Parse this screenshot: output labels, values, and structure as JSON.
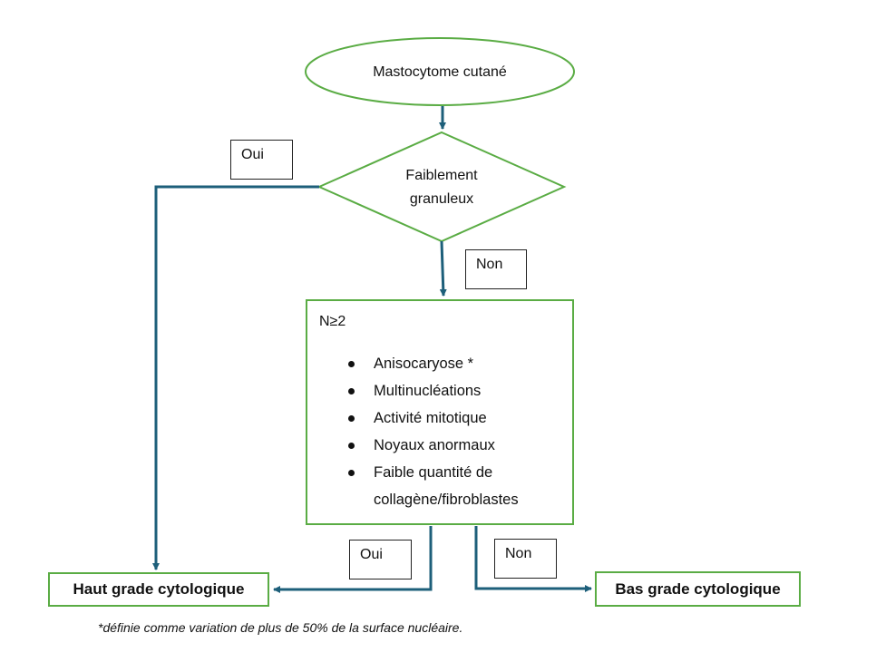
{
  "start": {
    "label": "Mastocytome cutané"
  },
  "decision": {
    "line1": "Faiblement",
    "line2": "granuleux"
  },
  "branches": {
    "oui_top": "Oui",
    "non_top": "Non",
    "oui_bottom": "Oui",
    "non_bottom": "Non"
  },
  "criteria": {
    "heading": "N≥2",
    "items": [
      "Anisocaryose *",
      "Multinucléations",
      "Activité mitotique",
      "Noyaux anormaux",
      "Faible quantité de collagène/fibroblastes"
    ]
  },
  "outcomes": {
    "high": "Haut grade cytologique",
    "low": "Bas grade cytologique"
  },
  "footnote": "*définie comme variation de plus de 50% de la surface nucléaire.",
  "colors": {
    "node_border": "#5aac44",
    "arrow": "#1d5f7a"
  }
}
